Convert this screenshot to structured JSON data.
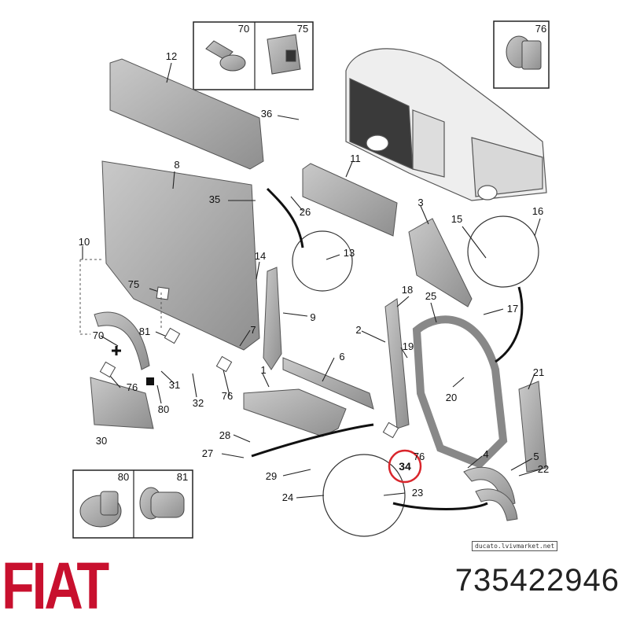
{
  "labels": {
    "p12": "12",
    "p70": "70",
    "p75": "75",
    "p76": "76",
    "p36": "36",
    "p8": "8",
    "p11": "11",
    "p35": "35",
    "p26": "26",
    "p3": "3",
    "p15": "15",
    "p16": "16",
    "p13": "13",
    "p10": "10",
    "p14": "14",
    "p75b": "75",
    "p9": "9",
    "p18": "18",
    "p25": "25",
    "p17": "17",
    "p81": "81",
    "p7": "7",
    "p70b": "70",
    "p2": "2",
    "p19": "19",
    "p6": "6",
    "p1": "1",
    "p76b": "76",
    "p31": "31",
    "p76c": "76",
    "p32": "32",
    "p80": "80",
    "p20": "20",
    "p21": "21",
    "p30": "30",
    "p28": "28",
    "p27": "27",
    "p29": "29",
    "p34": "34",
    "p76d": "76",
    "p4": "4",
    "p5": "5",
    "p22": "22",
    "p23": "23",
    "p24": "24",
    "p80b": "80",
    "p81b": "81"
  },
  "brand": "FIAT",
  "part_number": "735422946",
  "watermark": "ducato.lvivmarket.net",
  "colors": {
    "brand_red": "#c8102e",
    "highlight": "#d9262c",
    "part_gray": "#a9a9a9",
    "line": "#222222"
  }
}
